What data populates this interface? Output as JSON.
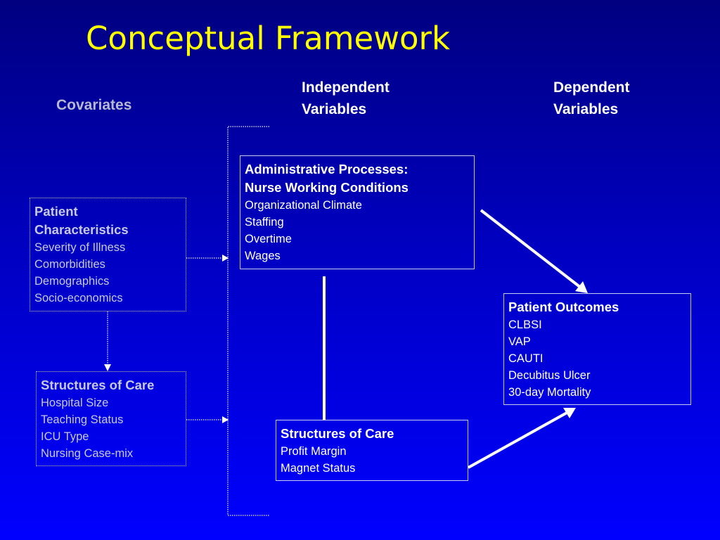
{
  "title": "Conceptual Framework",
  "headers": {
    "covariates": "Covariates",
    "independent": [
      "Independent",
      "Variables"
    ],
    "dependent": [
      "Dependent",
      "Variables"
    ]
  },
  "boxes": {
    "patient_characteristics": {
      "title_lines": [
        "Patient",
        "Characteristics"
      ],
      "items": [
        "Severity of Illness",
        "Comorbidities",
        "Demographics",
        "Socio-economics"
      ]
    },
    "covariate_structures_of_care": {
      "title": "Structures of Care",
      "items": [
        "Hospital Size",
        "Teaching Status",
        "ICU Type",
        "Nursing Case-mix"
      ]
    },
    "administrative_processes": {
      "title_lines": [
        "Administrative Processes:",
        "Nurse Working Conditions"
      ],
      "items": [
        "Organizational Climate",
        "Staffing",
        "Overtime",
        "Wages"
      ]
    },
    "independent_structures_of_care": {
      "title": "Structures of Care",
      "items": [
        "Profit Margin",
        "Magnet Status"
      ]
    },
    "patient_outcomes": {
      "title": "Patient Outcomes",
      "items": [
        "CLBSI",
        "VAP",
        "CAUTI",
        "Decubitus Ulcer",
        "30-day Mortality"
      ]
    }
  },
  "colors": {
    "title": "#ffff00",
    "covariate_text": "#c8c8e0",
    "text": "#ffffff",
    "background_top": "#000080",
    "background_bottom": "#0000ff"
  }
}
